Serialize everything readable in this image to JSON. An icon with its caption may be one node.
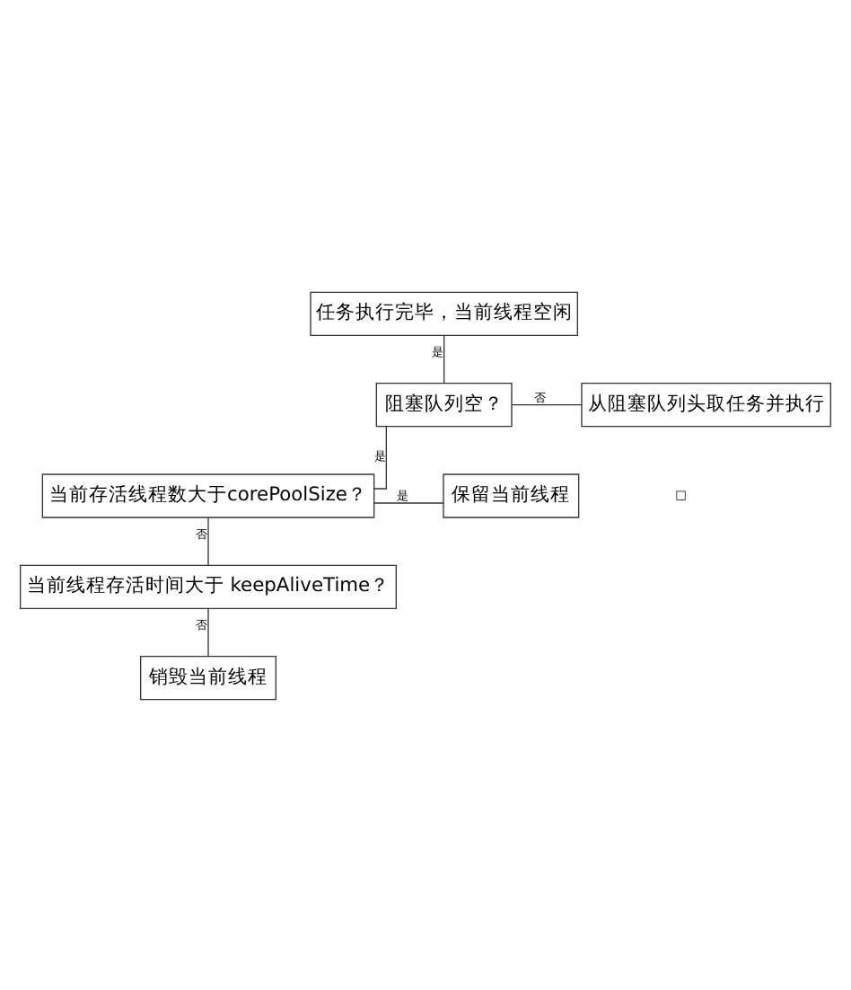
{
  "diagram": {
    "nodes": [
      {
        "text": [
          "任务执行完毕，当前线程空闲"
        ]
      },
      {
        "text": [
          "阻塞队列空？"
        ]
      },
      {
        "text": [
          "从阻塞队列头取任务并执行"
        ]
      },
      {
        "text": [
          "当前存活线程数大于corePoolSize？"
        ]
      },
      {
        "text": [
          "保留当前线程"
        ]
      },
      {
        "text": [
          "当前线程存活时间大于 keepAliveTime？"
        ]
      },
      {
        "text": [
          "销毁当前线程"
        ]
      }
    ],
    "edges": [
      {
        "from": 0,
        "to": 1,
        "arrow": "none",
        "label": "是"
      },
      {
        "from": 1,
        "to": 2,
        "arrow": "none",
        "label": "否"
      },
      {
        "from": 1,
        "to": 3,
        "arrow": "none",
        "label": "是"
      },
      {
        "from": 3,
        "to": 4,
        "arrow": "none",
        "label": "是"
      },
      {
        "from": 3,
        "to": 5,
        "arrow": "none",
        "label": "否"
      },
      {
        "from": 5,
        "to": 6,
        "arrow": "none",
        "label": "否"
      }
    ],
    "labels": [
      "□"
    ]
  }
}
